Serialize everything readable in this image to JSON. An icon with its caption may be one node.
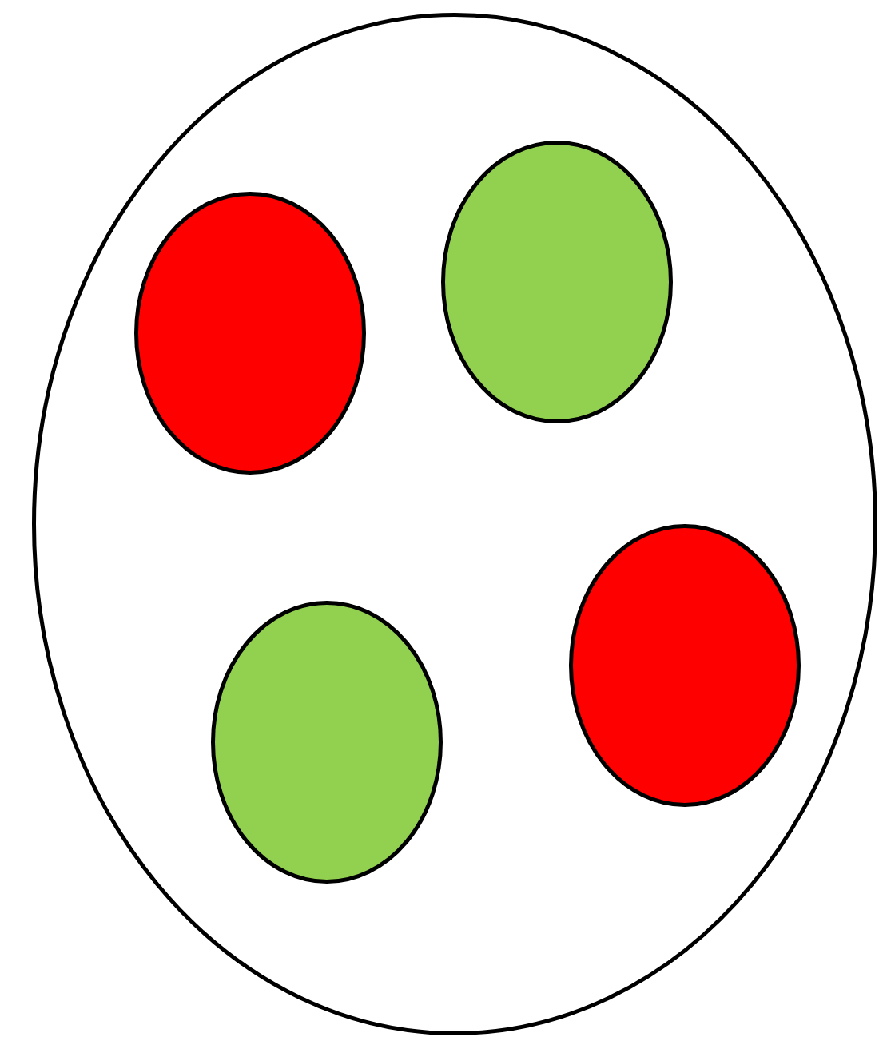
{
  "diagram": {
    "nodes": [
      {
        "text": [],
        "shape": "ellipse"
      },
      {
        "text": [],
        "shape": "ellipse",
        "in": 0
      },
      {
        "text": [],
        "shape": "ellipse",
        "in": 0
      },
      {
        "text": [],
        "shape": "ellipse",
        "in": 0
      },
      {
        "text": [],
        "shape": "ellipse",
        "in": 0
      }
    ],
    "edges": []
  }
}
